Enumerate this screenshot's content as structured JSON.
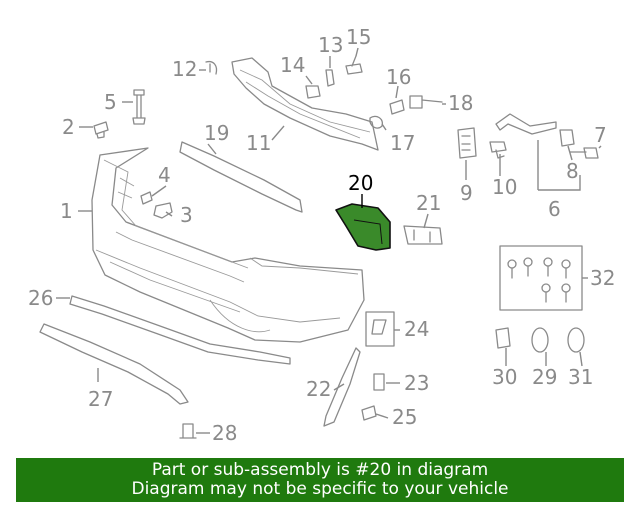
{
  "diagram": {
    "callouts": [
      {
        "num": "1"
      },
      {
        "num": "2"
      },
      {
        "num": "3"
      },
      {
        "num": "4"
      },
      {
        "num": "5"
      },
      {
        "num": "6"
      },
      {
        "num": "7"
      },
      {
        "num": "8"
      },
      {
        "num": "9"
      },
      {
        "num": "10"
      },
      {
        "num": "11"
      },
      {
        "num": "12"
      },
      {
        "num": "13"
      },
      {
        "num": "14"
      },
      {
        "num": "15"
      },
      {
        "num": "16"
      },
      {
        "num": "17"
      },
      {
        "num": "18"
      },
      {
        "num": "19"
      },
      {
        "num": "20",
        "highlight": true
      },
      {
        "num": "21"
      },
      {
        "num": "22"
      },
      {
        "num": "23"
      },
      {
        "num": "24"
      },
      {
        "num": "25"
      },
      {
        "num": "26"
      },
      {
        "num": "27"
      },
      {
        "num": "28"
      },
      {
        "num": "29"
      },
      {
        "num": "30"
      },
      {
        "num": "31"
      },
      {
        "num": "32"
      }
    ],
    "highlight_color": "#3a8a2a",
    "line_color": "#8a8a8a"
  },
  "banner": {
    "line1": "Part or sub-assembly is #20 in diagram",
    "line2": "Diagram may not be specific to your vehicle",
    "background": "#1f7a0e",
    "text_color": "#ffffff"
  }
}
